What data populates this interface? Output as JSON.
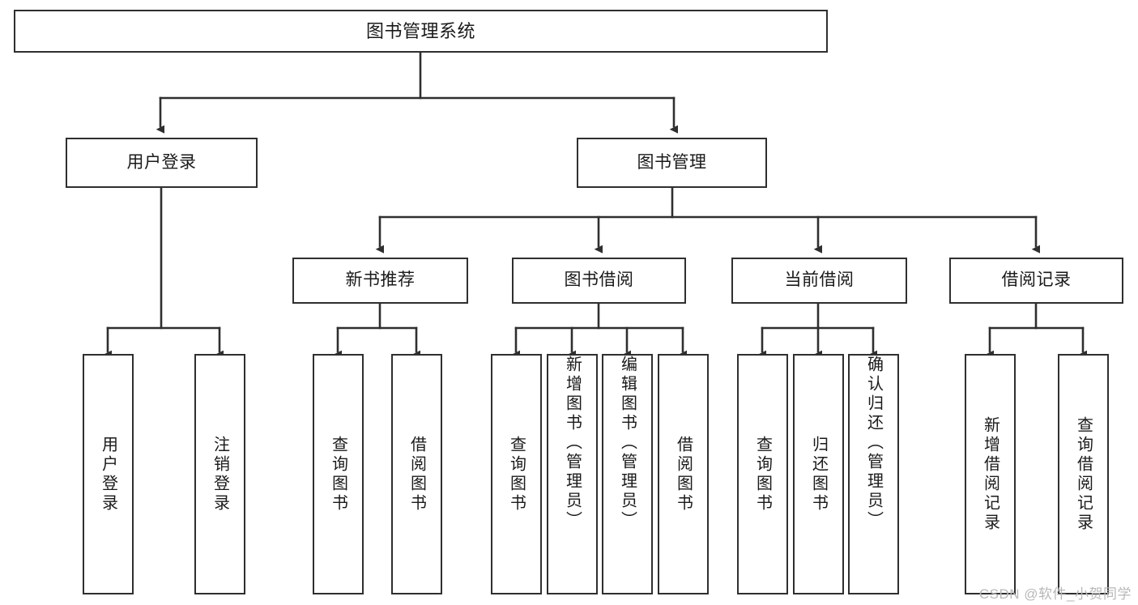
{
  "diagram": {
    "title": "图书管理系统",
    "type": "hierarchy-tree",
    "root": {
      "label": "图书管理系统"
    },
    "level2": [
      {
        "label": "用户登录"
      },
      {
        "label": "图书管理"
      }
    ],
    "level3": [
      {
        "label": "新书推荐"
      },
      {
        "label": "图书借阅"
      },
      {
        "label": "当前借阅"
      },
      {
        "label": "借阅记录"
      }
    ],
    "leaves": {
      "user_login": [
        {
          "label": "用户登录"
        },
        {
          "label": "注销登录"
        }
      ],
      "new_book_recommend": [
        {
          "label": "查询图书"
        },
        {
          "label": "借阅图书"
        }
      ],
      "book_borrow": [
        {
          "label": "查询图书"
        },
        {
          "label": "新增图书（管理员）"
        },
        {
          "label": "编辑图书（管理员）"
        },
        {
          "label": "借阅图书"
        }
      ],
      "current_borrow": [
        {
          "label": "查询图书"
        },
        {
          "label": "归还图书"
        },
        {
          "label": "确认归还（管理员）"
        }
      ],
      "borrow_record": [
        {
          "label": "新增借阅记录"
        },
        {
          "label": "查询借阅记录"
        }
      ]
    }
  },
  "watermark": {
    "text": "CSDN @软件_小贺同学"
  },
  "colors": {
    "box_border": "#2f2f2f",
    "box_fill": "#ffffff",
    "line": "#2f2f2f",
    "text": "#1a1a1a",
    "watermark": "#b8b8b8"
  }
}
